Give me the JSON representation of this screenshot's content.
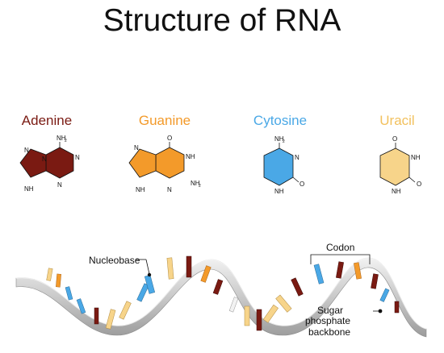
{
  "title": "Structure of RNA",
  "bases": [
    {
      "name": "Adenine",
      "color": "#7a1a12",
      "label_color": "#7a1a12"
    },
    {
      "name": "Guanine",
      "color": "#f39a2a",
      "label_color": "#f39a2a"
    },
    {
      "name": "Cytosine",
      "color": "#4aa8e6",
      "label_color": "#4aa8e6"
    },
    {
      "name": "Uracil",
      "color": "#f7d48a",
      "label_color": "#f2c15e"
    }
  ],
  "atoms": {
    "adenine": [
      "NH",
      "2",
      "N",
      "N",
      "N",
      "N",
      "NH"
    ],
    "guanine": [
      "O",
      "N",
      "NH",
      "NH",
      "2",
      "NH",
      "N"
    ],
    "cytosine": [
      "NH",
      "2",
      "N",
      "NH",
      "O"
    ],
    "uracil": [
      "O",
      "NH",
      "NH",
      "O"
    ]
  },
  "labels": {
    "nucleobase": "Nucleobase",
    "codon": "Codon",
    "backbone_line1": "Sugar",
    "backbone_line2": "phosphate",
    "backbone_line3": "backbone"
  },
  "strand_color": "#c9c9c9"
}
